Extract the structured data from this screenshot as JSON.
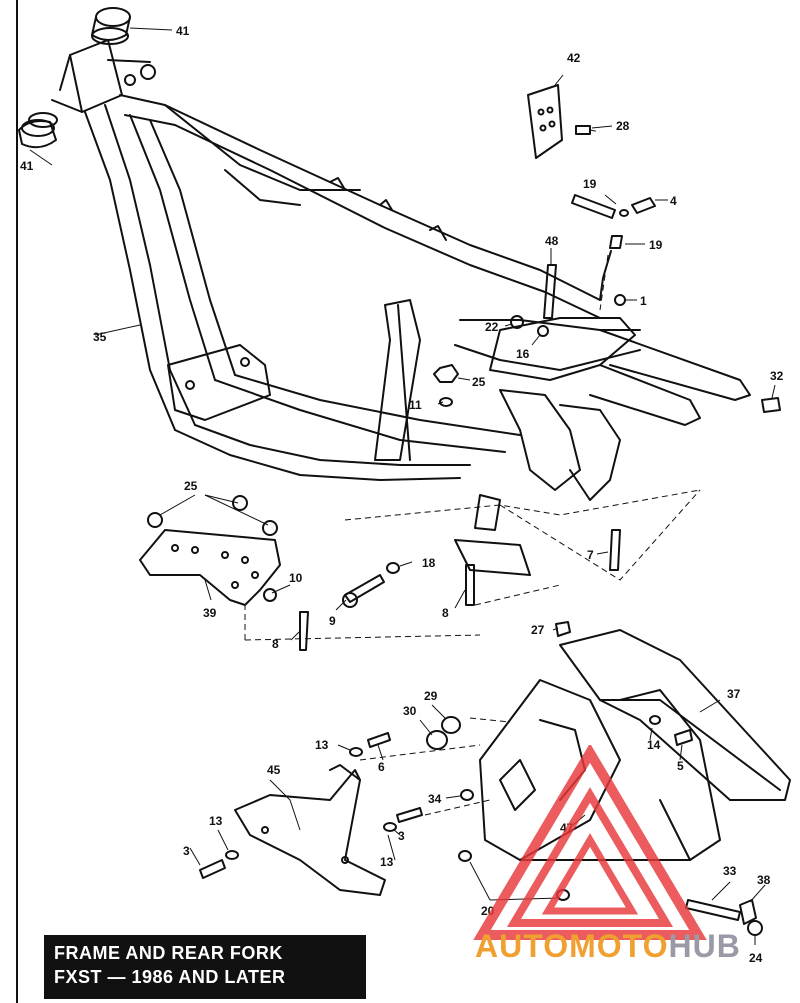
{
  "title": {
    "line1": "FRAME AND REAR FORK",
    "line2": "FXST — 1986 AND LATER"
  },
  "watermark": {
    "part1": "AUTOMOTO",
    "part2": "HUB",
    "color_primary": "#e8383a",
    "color_accent": "#f0a030",
    "color_gray": "#9a9aa6"
  },
  "callouts": {
    "c41a": "41",
    "c41b": "41",
    "c42": "42",
    "c28": "28",
    "c19a": "19",
    "c4": "4",
    "c19b": "19",
    "c48": "48",
    "c1": "1",
    "c22": "22",
    "c16": "16",
    "c35": "35",
    "c25a": "25",
    "c11": "11",
    "c32": "32",
    "c25b": "25",
    "c10": "10",
    "c18": "18",
    "c7": "7",
    "c39": "39",
    "c9": "9",
    "c8a": "8",
    "c8b": "8",
    "c27": "27",
    "c29": "29",
    "c30": "30",
    "c37": "37",
    "c13a": "13",
    "c6": "6",
    "c14": "14",
    "c45": "45",
    "c5": "5",
    "c34": "34",
    "c13b": "13",
    "c3a": "3",
    "c47": "47",
    "c3b": "3",
    "c13c": "13",
    "c33": "33",
    "c38": "38",
    "c20": "20",
    "c24": "24"
  }
}
